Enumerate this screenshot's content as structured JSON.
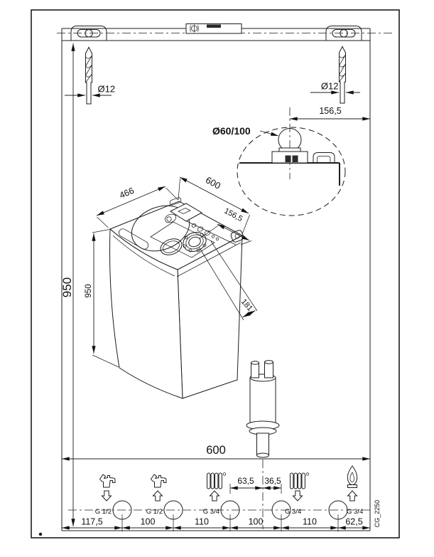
{
  "drawing": {
    "drawing_id": "CG_2250",
    "dimensions": {
      "wall_height": "950",
      "boiler_height": "950",
      "boiler_depth": "466",
      "boiler_width": "600",
      "flue_offset_from_back": "156,5",
      "flue_offset_from_side": "181",
      "flue_center_to_right_edge": "156,5",
      "flue_diameter": "Ø60/100",
      "drill_hole_left": "Ø12",
      "drill_hole_right": "Ø12",
      "total_width": "600",
      "bottom_segments": [
        "117,5",
        "100",
        "110",
        "100",
        "110",
        "62,5"
      ],
      "condensate_offset_left": "63,5",
      "condensate_offset_right": "36,5"
    },
    "connections": [
      {
        "thread": "G 1/2",
        "symbol": "tap-icon",
        "arrow": "down"
      },
      {
        "thread": "G 1/2",
        "symbol": "tap-icon",
        "arrow": "up"
      },
      {
        "thread": "G 3/4",
        "symbol": "radiator-icon",
        "arrow": "up"
      },
      {
        "thread": "G 3/4",
        "symbol": "radiator-icon",
        "arrow": "down"
      },
      {
        "thread": "G 3/4",
        "symbol": "gas-flame-icon",
        "arrow": "up"
      }
    ],
    "colors": {
      "line": "#1c1c1c",
      "background": "#ffffff"
    }
  }
}
